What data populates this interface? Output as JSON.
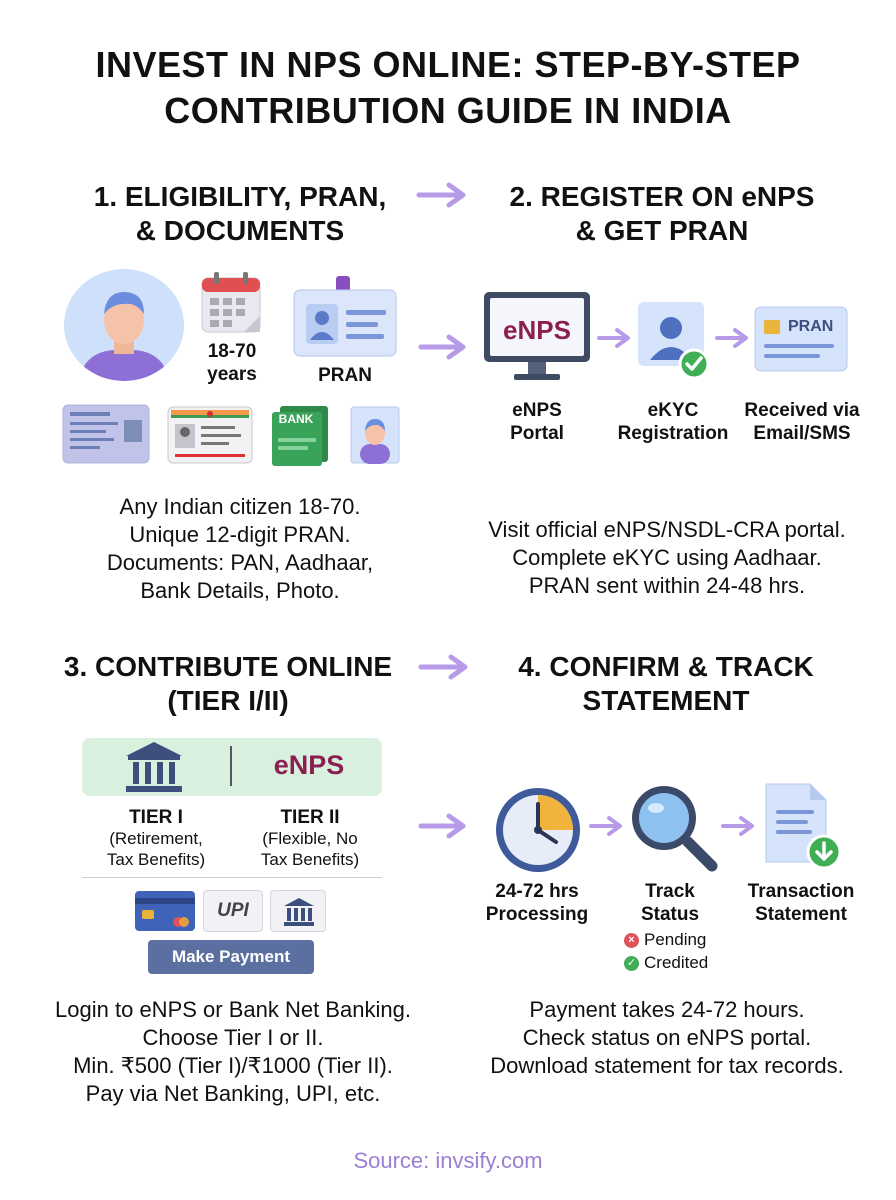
{
  "title": {
    "line1": "INVEST IN NPS ONLINE: STEP-BY-STEP",
    "line2": "CONTRIBUTION GUIDE IN INDIA"
  },
  "colors": {
    "arrow": "#b79be8",
    "accent_purple": "#8a4fbf",
    "tier_bg": "#d9f0df",
    "button": "#5b6fa0",
    "pending": "#e0525a",
    "credited": "#3fae55",
    "source": "#9b7fd4"
  },
  "step1": {
    "heading_line1": "1. ELIGIBILITY, PRAN,",
    "heading_line2": "& DOCUMENTS",
    "age_label": "18-70",
    "age_label2": "years",
    "pran_label": "PRAN",
    "body": [
      "Any Indian citizen 18-70.",
      "Unique 12-digit PRAN.",
      "Documents: PAN, Aadhaar,",
      "Bank Details, Photo."
    ],
    "bank_badge": "BANK"
  },
  "step2": {
    "heading_line1": "2. REGISTER ON eNPS",
    "heading_line2": "& GET PRAN",
    "monitor_text": "eNPS",
    "card_text": "PRAN",
    "captions": [
      {
        "line1": "eNPS",
        "line2": "Portal"
      },
      {
        "line1": "eKYC",
        "line2": "Registration"
      },
      {
        "line1": "Received via",
        "line2": "Email/SMS"
      }
    ],
    "body": [
      "Visit official eNPS/NSDL-CRA portal.",
      "Complete eKYC using Aadhaar.",
      "PRAN sent within 24-48 hrs."
    ]
  },
  "step3": {
    "heading_line1": "3. CONTRIBUTE ONLINE",
    "heading_line2": "(TIER I/II)",
    "enps_logo": "eNPS",
    "tier1": {
      "title": "TIER I",
      "line1": "(Retirement,",
      "line2": "Tax Benefits)"
    },
    "tier2": {
      "title": "TIER II",
      "line1": "(Flexible, No",
      "line2": "Tax Benefits)"
    },
    "upi_text": "UPI",
    "pay_button": "Make Payment",
    "body": [
      "Login to eNPS or Bank Net Banking.",
      "Choose Tier I or II.",
      "Min. ₹500 (Tier I)/₹1000 (Tier II).",
      "Pay via Net Banking, UPI, etc."
    ]
  },
  "step4": {
    "heading_line1": "4. CONFIRM & TRACK",
    "heading_line2": "STATEMENT",
    "captions": [
      {
        "line1": "24-72 hrs",
        "line2": "Processing"
      },
      {
        "line1": "Track",
        "line2": "Status"
      },
      {
        "line1": "Transaction",
        "line2": "Statement"
      }
    ],
    "status_pending": "Pending",
    "status_credited": "Credited",
    "body": [
      "Payment takes 24-72 hours.",
      "Check status on eNPS portal.",
      "Download statement for tax records."
    ]
  },
  "source": "Source: invsify.com"
}
